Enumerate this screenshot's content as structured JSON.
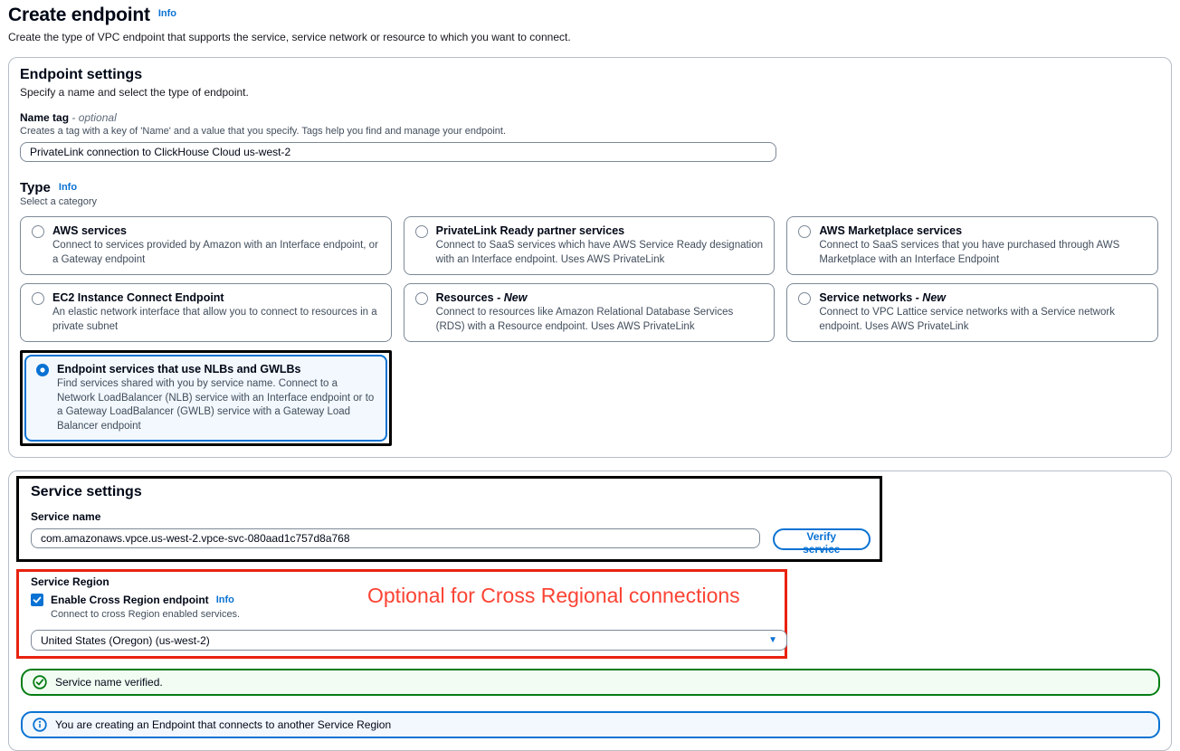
{
  "header": {
    "title": "Create endpoint",
    "info": "Info",
    "subtitle": "Create the type of VPC endpoint that supports the service, service network or resource to which you want to connect."
  },
  "endpoint_settings": {
    "heading": "Endpoint settings",
    "description": "Specify a name and select the type of endpoint.",
    "name_tag": {
      "label": "Name tag",
      "optional": "- optional",
      "help": "Creates a tag with a key of 'Name' and a value that you specify. Tags help you find and manage your endpoint.",
      "value": "PrivateLink connection to ClickHouse Cloud us-west-2"
    },
    "type": {
      "label": "Type",
      "info": "Info",
      "description": "Select a category",
      "options": [
        {
          "title": "AWS services",
          "suffix": "",
          "description": "Connect to services provided by Amazon with an Interface endpoint, or a Gateway endpoint",
          "selected": false
        },
        {
          "title": "PrivateLink Ready partner services",
          "suffix": "",
          "description": "Connect to SaaS services which have AWS Service Ready designation with an Interface endpoint. Uses AWS PrivateLink",
          "selected": false
        },
        {
          "title": "AWS Marketplace services",
          "suffix": "",
          "description": "Connect to SaaS services that you have purchased through AWS Marketplace with an Interface Endpoint",
          "selected": false
        },
        {
          "title": "EC2 Instance Connect Endpoint",
          "suffix": "",
          "description": "An elastic network interface that allow you to connect to resources in a private subnet",
          "selected": false
        },
        {
          "title": "Resources",
          "suffix": "- New",
          "description": "Connect to resources like Amazon Relational Database Services (RDS) with a Resource endpoint. Uses AWS PrivateLink",
          "selected": false
        },
        {
          "title": "Service networks",
          "suffix": "- New",
          "description": "Connect to VPC Lattice service networks with a Service network endpoint. Uses AWS PrivateLink",
          "selected": false
        },
        {
          "title": "Endpoint services that use NLBs and GWLBs",
          "suffix": "",
          "description": "Find services shared with you by service name. Connect to a Network LoadBalancer (NLB) service with an Interface endpoint or to a Gateway LoadBalancer (GWLB) service with a Gateway Load Balancer endpoint",
          "selected": true
        }
      ]
    }
  },
  "service_settings": {
    "heading": "Service settings",
    "service_name": {
      "label": "Service name",
      "value": "com.amazonaws.vpce.us-west-2.vpce-svc-080aad1c757d8a768",
      "verify_button": "Verify service"
    },
    "service_region": {
      "label": "Service Region",
      "checkbox_label": "Enable Cross Region endpoint",
      "info": "Info",
      "checkbox_checked": true,
      "help": "Connect to cross Region enabled services.",
      "selected_region": "United States (Oregon) (us-west-2)"
    },
    "annotation": "Optional for Cross Regional connections",
    "alerts": {
      "success": "Service name verified.",
      "info": "You are creating an Endpoint that connects to another Service Region"
    }
  },
  "colors": {
    "accent_blue": "#0972d3",
    "success_green": "#067d14",
    "annotation_red": "#e8220f",
    "annotation_text_red": "#fb4334",
    "selected_card_bg": "#f2f8fd",
    "success_bg": "#f2fcf3",
    "info_bg": "#f2f8fd",
    "card_border": "#b6bec9"
  }
}
